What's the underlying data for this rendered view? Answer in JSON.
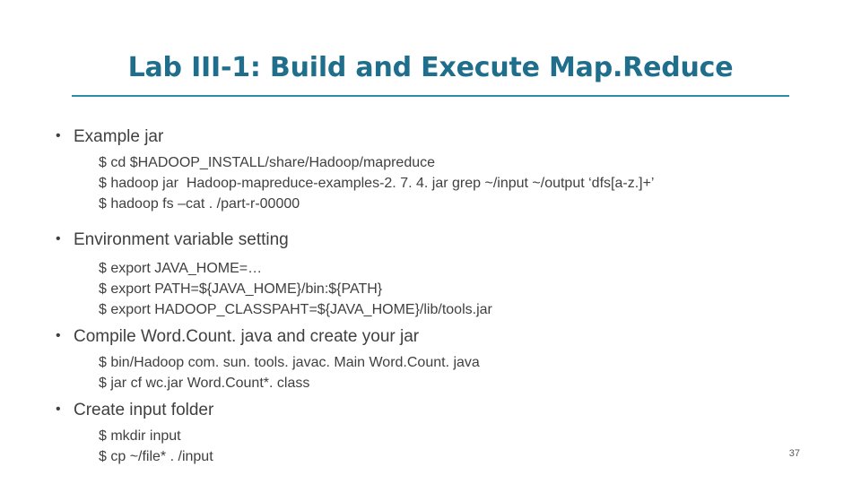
{
  "slide": {
    "title": "Lab III-1: Build and Execute Map.Reduce",
    "page_number": "37",
    "accent_color": "#1F6E8C",
    "rule_color": "#2E8BA8",
    "sections": [
      {
        "heading": "Example jar",
        "lines": [
          "$ cd $HADOOP_INSTALL/share/Hadoop/mapreduce",
          "$ hadoop jar  Hadoop-mapreduce-examples-2. 7. 4. jar grep ~/input ~/output ‘dfs[a-z.]+’",
          "$ hadoop fs –cat . /part-r-00000"
        ]
      },
      {
        "heading": "Environment variable setting",
        "lines": [
          "$ export JAVA_HOME=…",
          "$ export PATH=${JAVA_HOME}/bin:${PATH}",
          "$ export HADOOP_CLASSPAHT=${JAVA_HOME}/lib/tools.jar"
        ]
      },
      {
        "heading": "Compile Word.Count. java and create your jar",
        "lines": [
          "$ bin/Hadoop com. sun. tools. javac. Main Word.Count. java",
          "$ jar cf wc.jar Word.Count*. class"
        ]
      },
      {
        "heading": "Create input folder",
        "lines": [
          "$ mkdir input",
          "$ cp ~/file* . /input"
        ]
      }
    ],
    "bullet_glyph": "•"
  }
}
